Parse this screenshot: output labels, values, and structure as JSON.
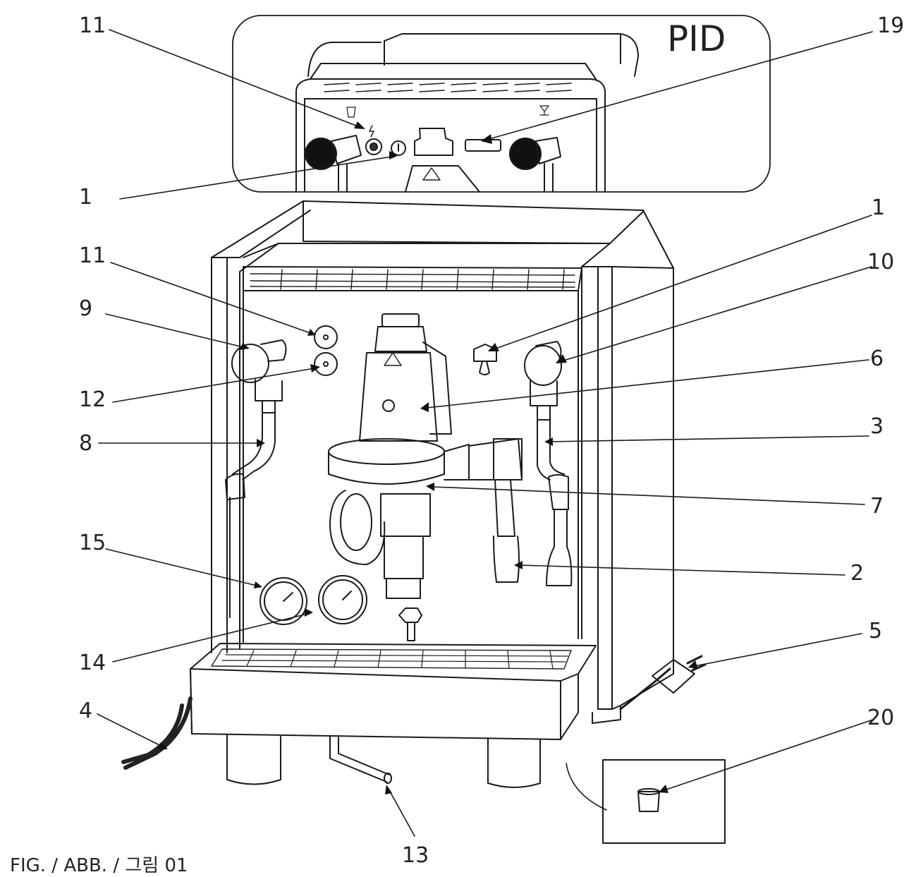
{
  "inset_title": "PID",
  "figure_caption": "FIG. / ABB. / 그림 01",
  "callouts": {
    "c11_top": "11",
    "c19": "19",
    "c1_top": "1",
    "c1_right": "1",
    "c11_left": "11",
    "c10": "10",
    "c9": "9",
    "c6": "6",
    "c12": "12",
    "c3": "3",
    "c8": "8",
    "c7": "7",
    "c15": "15",
    "c2": "2",
    "c5": "5",
    "c14": "14",
    "c4": "4",
    "c20": "20",
    "c13": "13"
  }
}
